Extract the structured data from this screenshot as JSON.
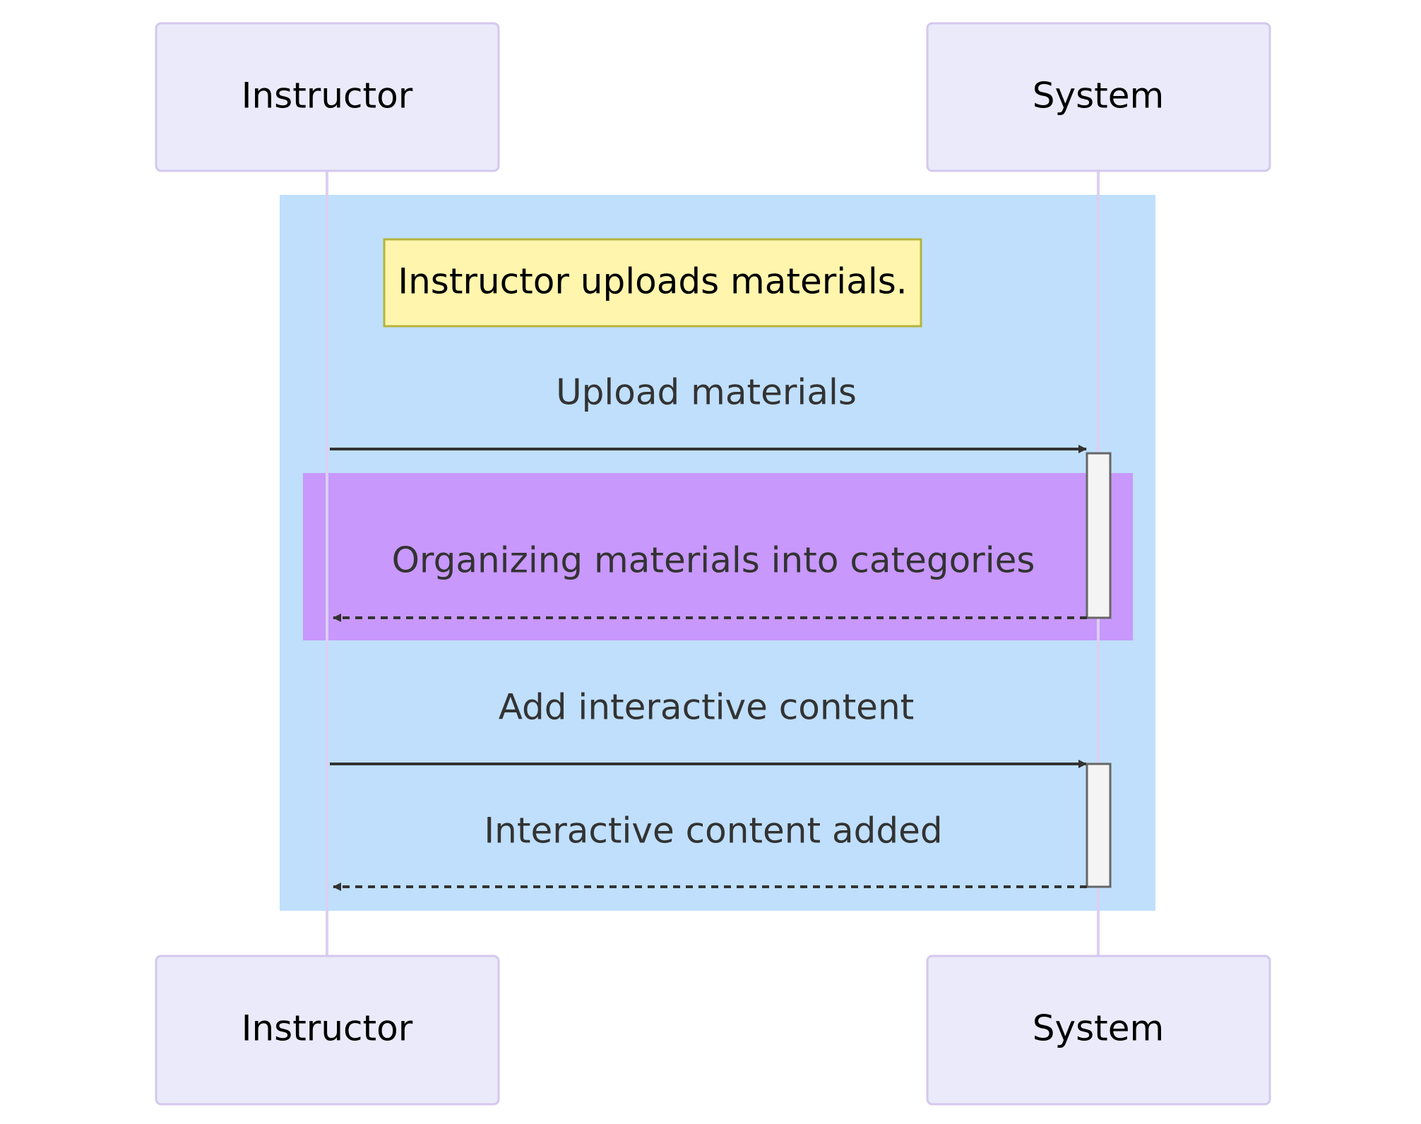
{
  "participants": [
    {
      "id": "instructor",
      "label": "Instructor"
    },
    {
      "id": "system",
      "label": "System"
    }
  ],
  "note": {
    "text": "Instructor uploads materials."
  },
  "messages": [
    {
      "label": "Upload materials",
      "from": "Instructor",
      "to": "System",
      "style": "solid"
    },
    {
      "label": "Organizing materials into categories",
      "from": "System",
      "to": "Instructor",
      "style": "dashed"
    },
    {
      "label": "Add interactive content",
      "from": "Instructor",
      "to": "System",
      "style": "solid"
    },
    {
      "label": "Interactive content added",
      "from": "System",
      "to": "Instructor",
      "style": "dashed"
    }
  ],
  "colors": {
    "actor_fill": "#eaeafa",
    "actor_stroke": "#d4c8ee",
    "lifeline": "#dccff2",
    "outer_rect": "#bfdffc",
    "inner_rect": "#c898fc",
    "note_fill": "#fff5ad",
    "note_stroke": "#b4b43c",
    "arrow": "#333333",
    "activation_fill": "#f4f4f4",
    "activation_stroke": "#666666"
  }
}
